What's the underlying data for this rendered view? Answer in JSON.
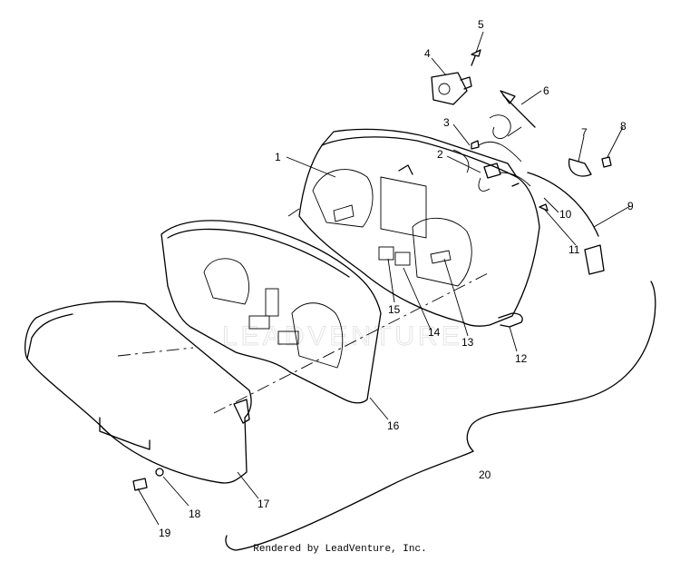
{
  "labels": {
    "l1": "1",
    "l2": "2",
    "l3": "3",
    "l4": "4",
    "l5": "5",
    "l6": "6",
    "l7": "7",
    "l8": "8",
    "l9": "9",
    "l10": "10",
    "l11": "11",
    "l12": "12",
    "l13": "13",
    "l14": "14",
    "l15": "15",
    "l16": "16",
    "l17": "17",
    "l18": "18",
    "l19": "19",
    "l20": "20"
  },
  "watermark": "LEADVENTURE",
  "footer": "Rendered by LeadVenture, Inc."
}
